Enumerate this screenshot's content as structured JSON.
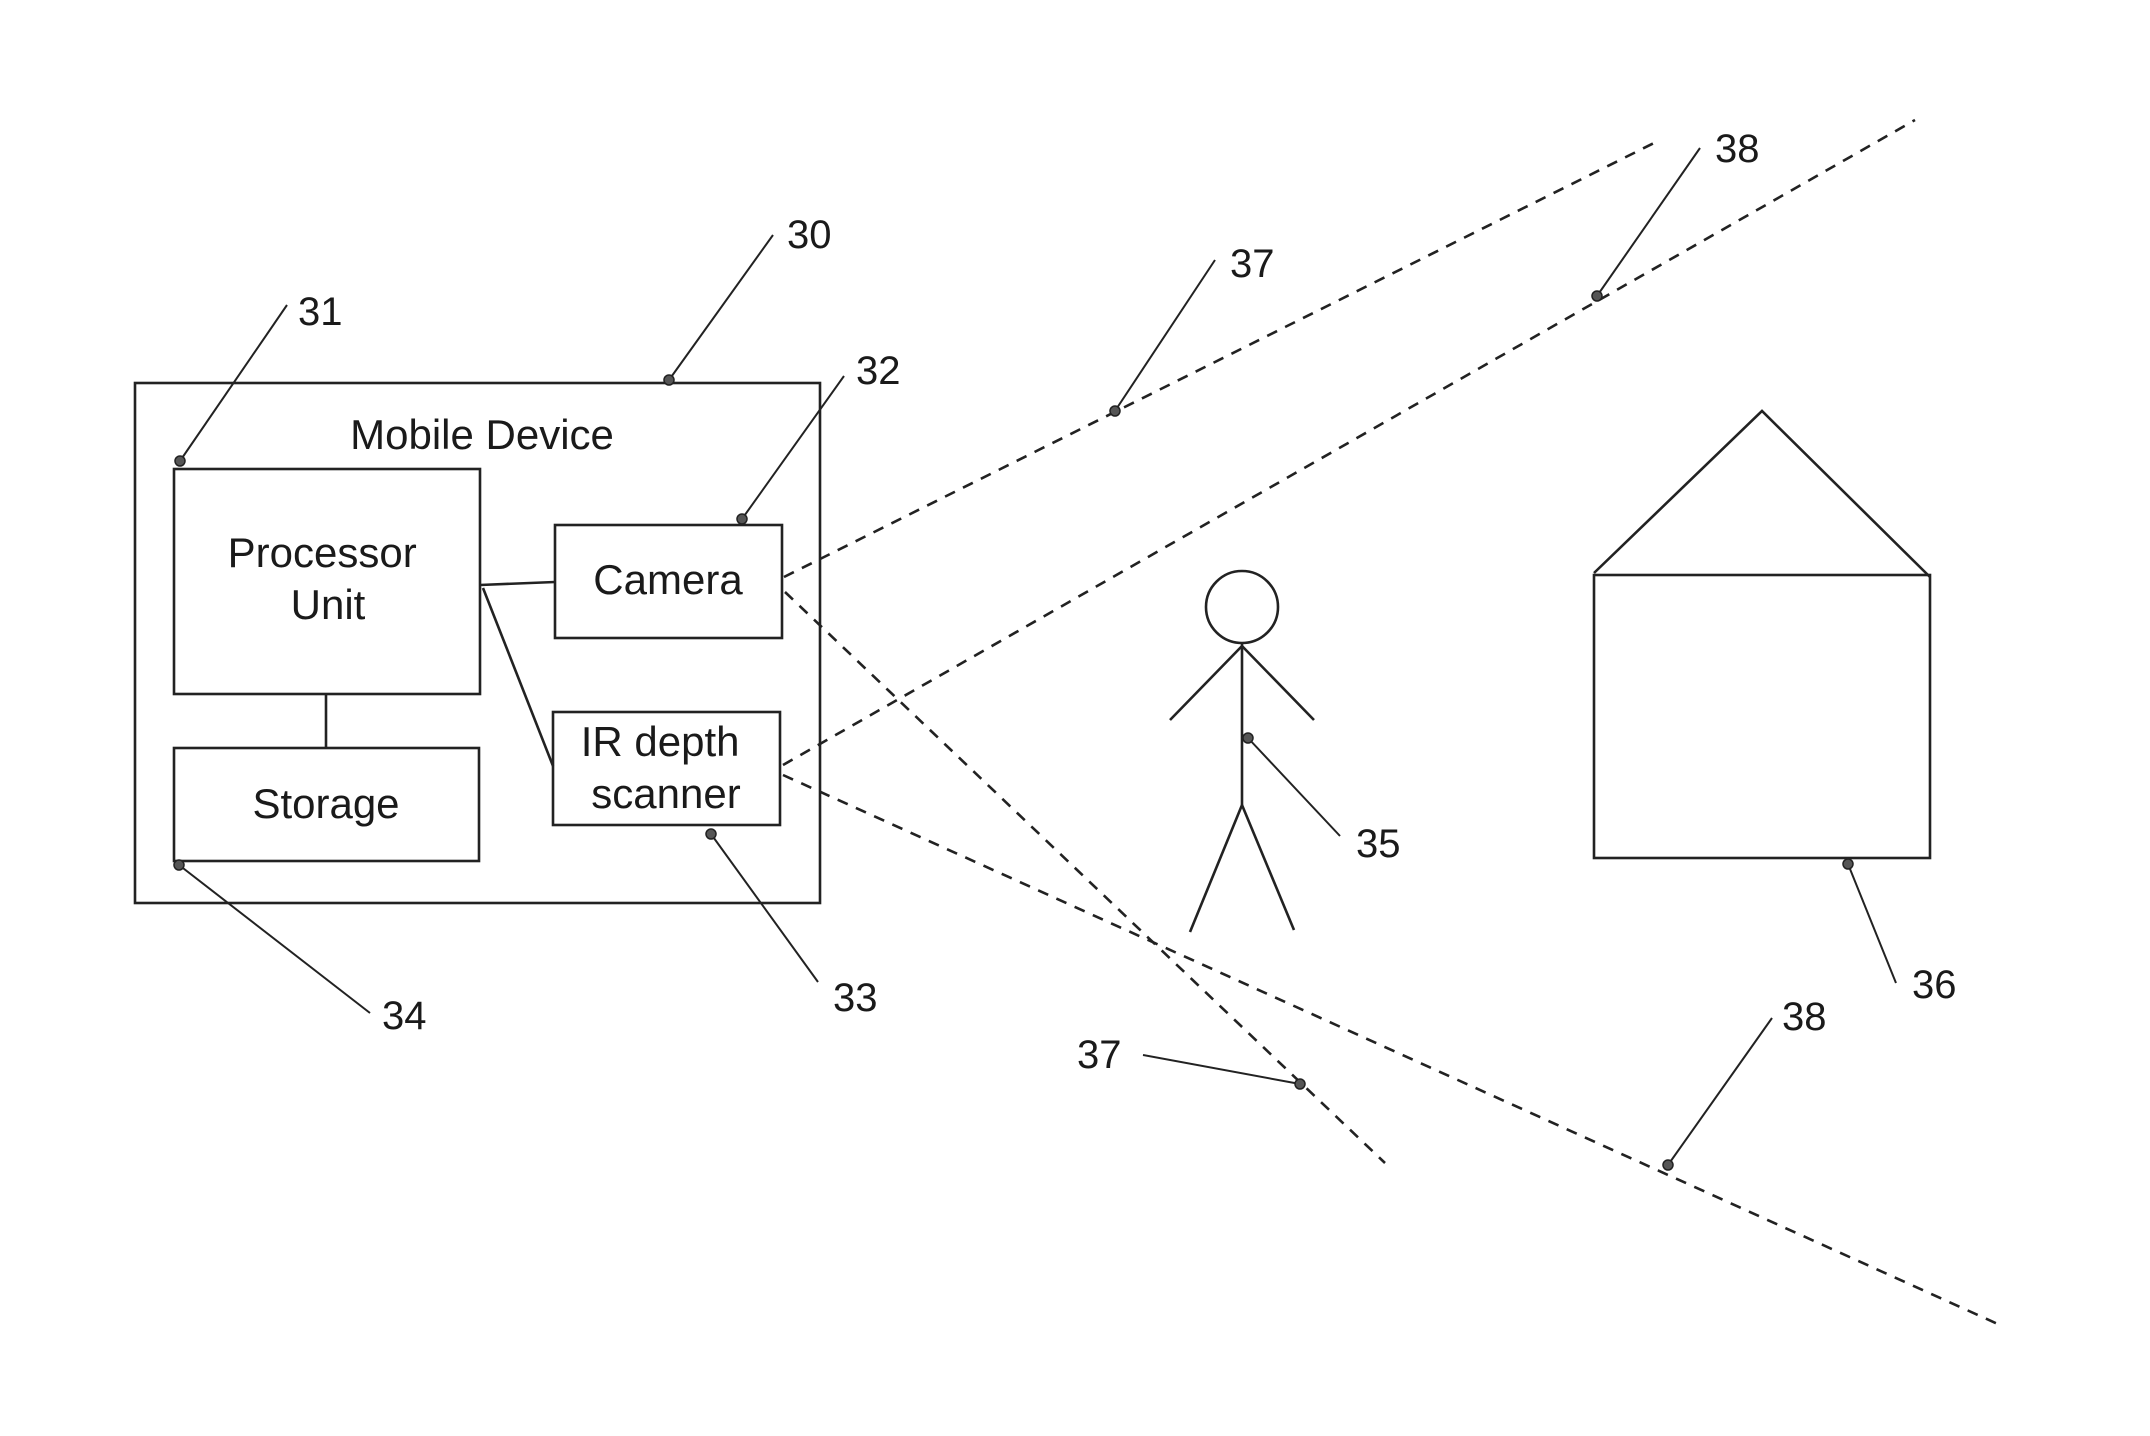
{
  "mobile_device": {
    "title": "Mobile Device",
    "processor_unit": [
      "Processor",
      "Unit"
    ],
    "camera": "Camera",
    "ir_depth_scanner": [
      "IR depth",
      "scanner"
    ],
    "storage": "Storage"
  },
  "reference_numerals": {
    "mobile_device": "30",
    "processor_unit": "31",
    "camera": "32",
    "ir_depth_scanner": "33",
    "storage": "34",
    "person": "35",
    "house": "36",
    "camera_field_of_view_upper": "37",
    "camera_field_of_view_lower": "37",
    "scanner_field_of_view_upper": "38",
    "scanner_field_of_view_lower": "38"
  }
}
